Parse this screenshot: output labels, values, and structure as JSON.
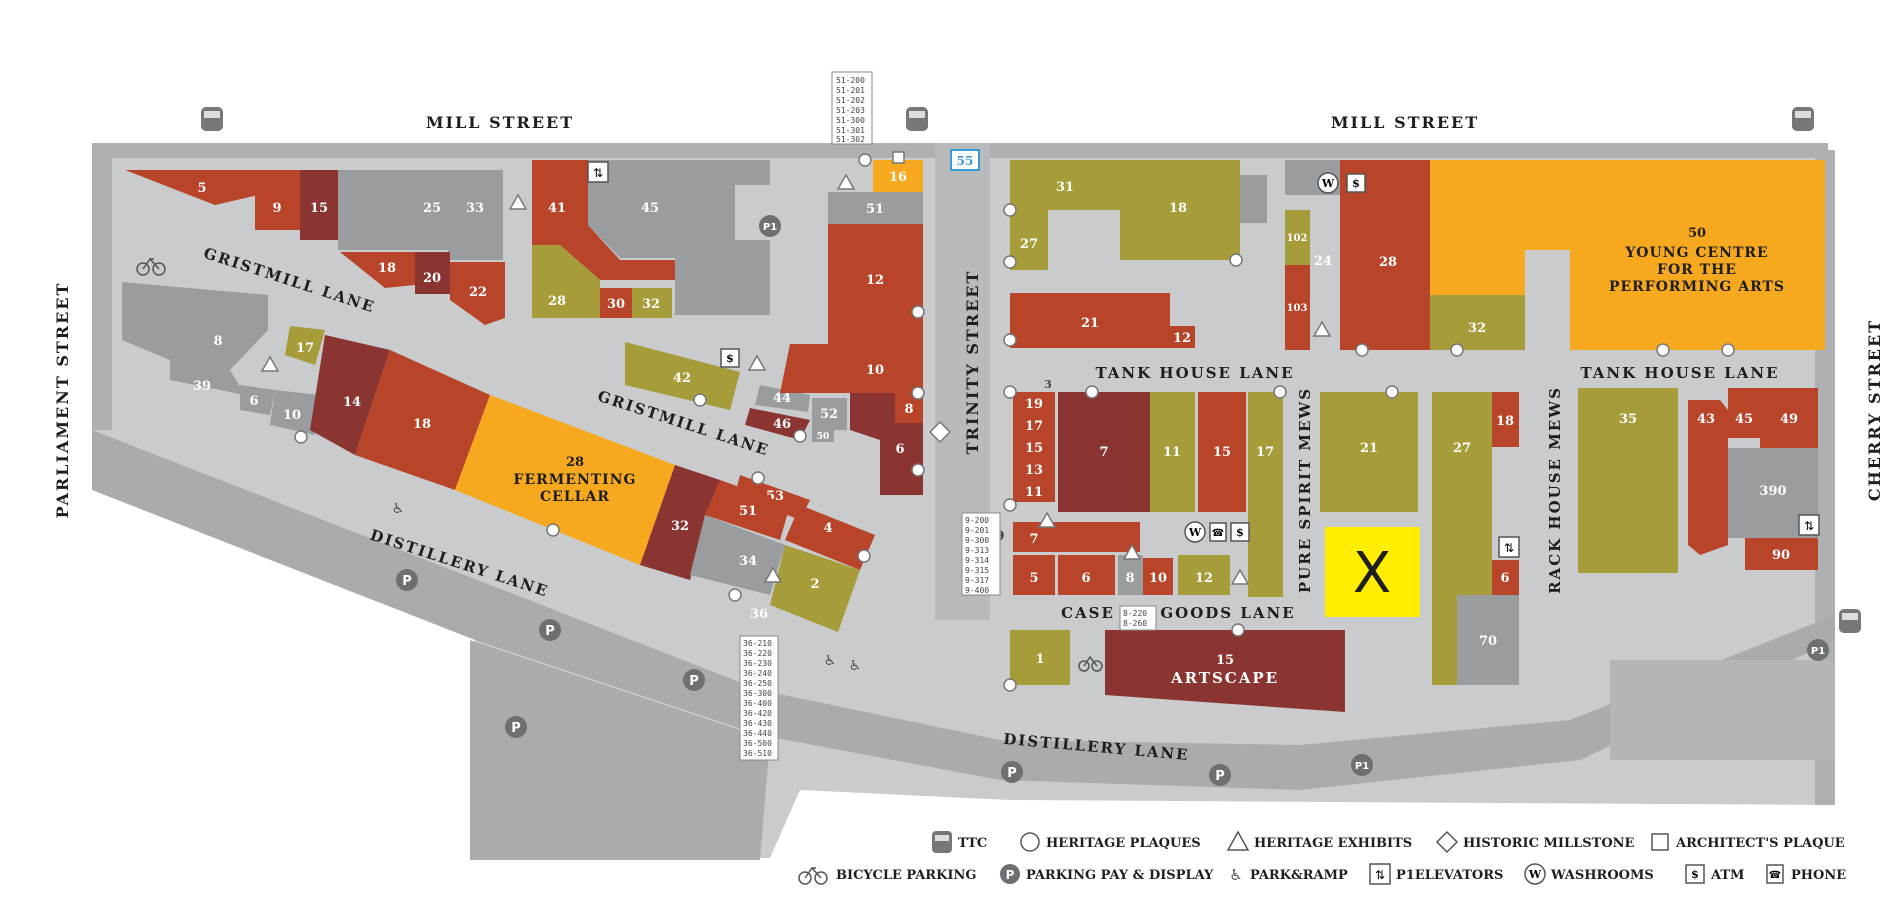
{
  "colors": {
    "ground": "#c9cbcc",
    "road": "#a9abad",
    "rust": "#b8442a",
    "maroon": "#8a3532",
    "olive": "#a79c3a",
    "gold": "#f6a81f",
    "gray": "#999da0",
    "marker": "#ffee00"
  },
  "streets": {
    "mill_left": "MILL STREET",
    "mill_right": "MILL STREET",
    "parliament": "PARLIAMENT STREET",
    "cherry": "CHERRY STREET",
    "trinity": "TRINITY STREET",
    "gristmill_1": "GRISTMILL LANE",
    "gristmill_2": "GRISTMILL LANE",
    "distillery_1": "DISTILLERY LANE",
    "distillery_2": "DISTILLERY LANE",
    "tank_house_1": "TANK HOUSE LANE",
    "tank_house_2": "TANK HOUSE LANE",
    "pure_spirit": "PURE SPIRIT MEWS",
    "rack_house": "RACK HOUSE MEWS",
    "case_goods_1": "CASE",
    "case_goods_2": "GOODS LANE"
  },
  "buildings": {
    "b5": "5",
    "b9": "9",
    "b15a": "15",
    "b25": "25",
    "b33": "33",
    "b41": "41",
    "b45": "45",
    "b18a": "18",
    "b20": "20",
    "b22": "22",
    "b28a": "28",
    "b30": "30",
    "b32a": "32",
    "b8a": "8",
    "b39": "39",
    "b17a": "17",
    "b6a": "6",
    "b10a": "10",
    "b14": "14",
    "b18b": "18",
    "b28b_num": "28",
    "b28b_line1": "FERMENTING",
    "b28b_line2": "CELLAR",
    "b32b": "32",
    "b53": "53",
    "b51a": "51",
    "b4": "4",
    "b34": "34",
    "b2": "2",
    "b42": "42",
    "b44": "44",
    "b46": "46",
    "b52": "52",
    "b50s": "50",
    "b16": "16",
    "b51b": "51",
    "b12a": "12",
    "b10b": "10",
    "b8b": "8",
    "b6b": "6",
    "b31": "31",
    "b18c": "18",
    "b27a": "27",
    "b21a": "21",
    "b12b": "12",
    "b102": "102",
    "b103": "103",
    "b24": "24",
    "b28c": "28",
    "b32c": "32",
    "b50_num": "50",
    "b50_line1": "YOUNG CENTRE",
    "b50_line2": "FOR THE",
    "b50_line3": "PERFORMING ARTS",
    "b3": "3",
    "b19": "19",
    "b17b": "17",
    "b15b": "15",
    "b13": "13",
    "b11a": "11",
    "b7a": "7",
    "b11b": "11",
    "b15c": "15",
    "b17c": "17",
    "b7b": "7",
    "b5b": "5",
    "b6c": "6",
    "b8c": "8",
    "b10c": "10",
    "b12c": "12",
    "b21b": "21",
    "b27b": "27",
    "b18d": "18",
    "b6d": "6",
    "b70": "70",
    "b35": "35",
    "b43": "43",
    "b45b": "45",
    "b49": "49",
    "b390": "390",
    "b90": "90",
    "b1": "1",
    "b15d_num": "15",
    "b15d_name": "ARTSCAPE",
    "b36": "36"
  },
  "unit_tags": {
    "tag51": [
      "51-200",
      "51-201",
      "51-202",
      "51-203",
      "51-300",
      "51-301",
      "51-302"
    ],
    "tag9": [
      "9-200",
      "9-201",
      "9-300",
      "9-313",
      "9-314",
      "9-315",
      "9-317",
      "9-400"
    ],
    "tag8": [
      "8-220",
      "8-260"
    ],
    "tag36": [
      "36-210",
      "36-220",
      "36-230",
      "36-240",
      "36-250",
      "36-300",
      "36-400",
      "36-420",
      "36-430",
      "36-440",
      "36-500",
      "36-510"
    ]
  },
  "map_symbols": {
    "parking": "P",
    "parking_p1": "P1",
    "atm": "$",
    "washroom": "W",
    "phone": "☎",
    "ttc_stop_sign": "55"
  },
  "marker": {
    "label": "X"
  },
  "legend": {
    "ttc": "TTC",
    "heritage_plaques": "HERITAGE PLAQUES",
    "heritage_exhibits": "HERITAGE EXHIBITS",
    "historic_millstone": "HISTORIC MILLSTONE",
    "architects_plaque": "ARCHITECT'S PLAQUE",
    "bicycle_parking": "BICYCLE PARKING",
    "parking_pay": "PARKING PAY & DISPLAY",
    "park_ramp": "PARK&RAMP",
    "elevators": "P1ELEVATORS",
    "washrooms": "WASHROOMS",
    "atm": "ATM",
    "phone": "PHONE"
  },
  "icons": [
    "bus-icon",
    "circle-icon",
    "triangle-icon",
    "diamond-icon",
    "square-icon",
    "bicycle-icon",
    "parking-icon",
    "wheelchair-icon",
    "elevator-icon",
    "washroom-icon",
    "atm-icon",
    "phone-icon"
  ]
}
